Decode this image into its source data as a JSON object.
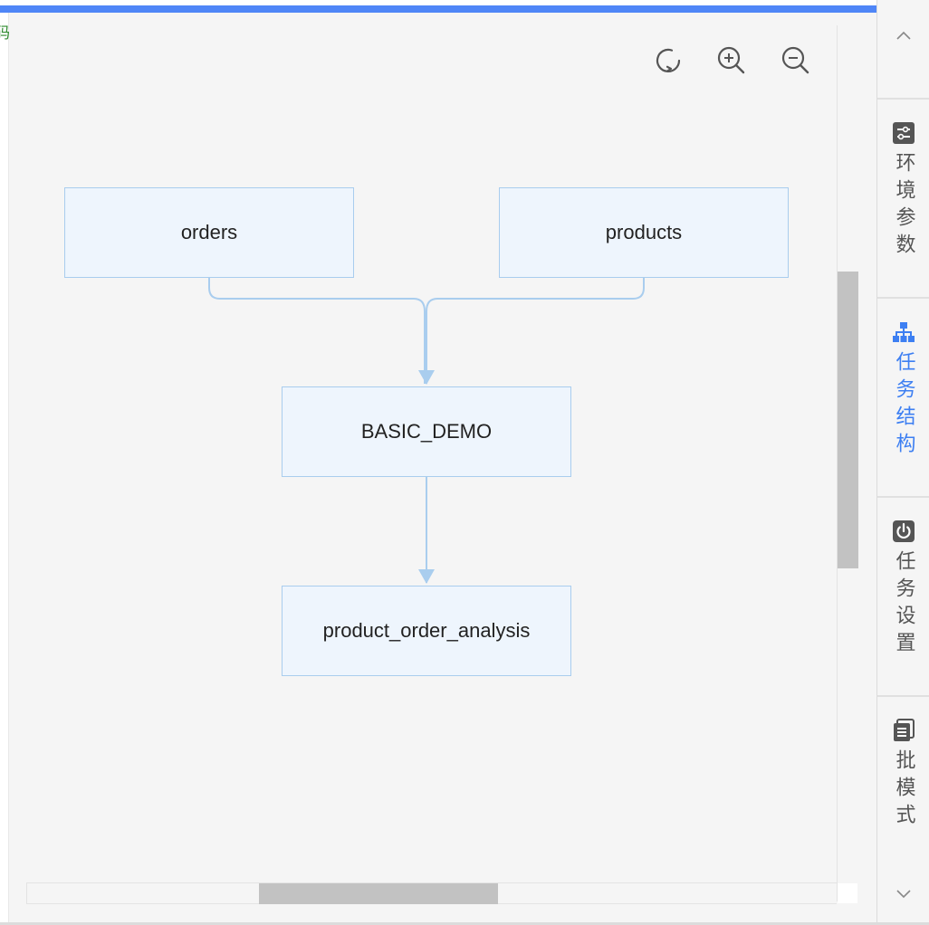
{
  "toolbar": {
    "icons": [
      "refresh-icon",
      "zoom-in-icon",
      "zoom-out-icon"
    ]
  },
  "graph": {
    "nodes": {
      "orders": "orders",
      "products": "products",
      "basic_demo": "BASIC_DEMO",
      "analysis": "product_order_analysis"
    },
    "edges": [
      [
        "orders",
        "BASIC_DEMO"
      ],
      [
        "products",
        "BASIC_DEMO"
      ],
      [
        "BASIC_DEMO",
        "product_order_analysis"
      ]
    ]
  },
  "sidebar": {
    "items": [
      {
        "label": "环境参数",
        "icon": "sliders-icon",
        "active": false
      },
      {
        "label": "任务结构",
        "icon": "hierarchy-icon",
        "active": true
      },
      {
        "label": "任务设置",
        "icon": "power-icon",
        "active": false
      },
      {
        "label": "批模式",
        "icon": "document-stack-icon",
        "active": false
      }
    ]
  },
  "partial_text": "码",
  "colors": {
    "accent": "#4f86f7",
    "node_fill": "#eef5fd",
    "node_border": "#a9cdee",
    "edge": "#a9cdee",
    "active_sidebar": "#3d7ff2",
    "sidebar_text": "#555555",
    "scroll_thumb": "#c2c2c2"
  }
}
